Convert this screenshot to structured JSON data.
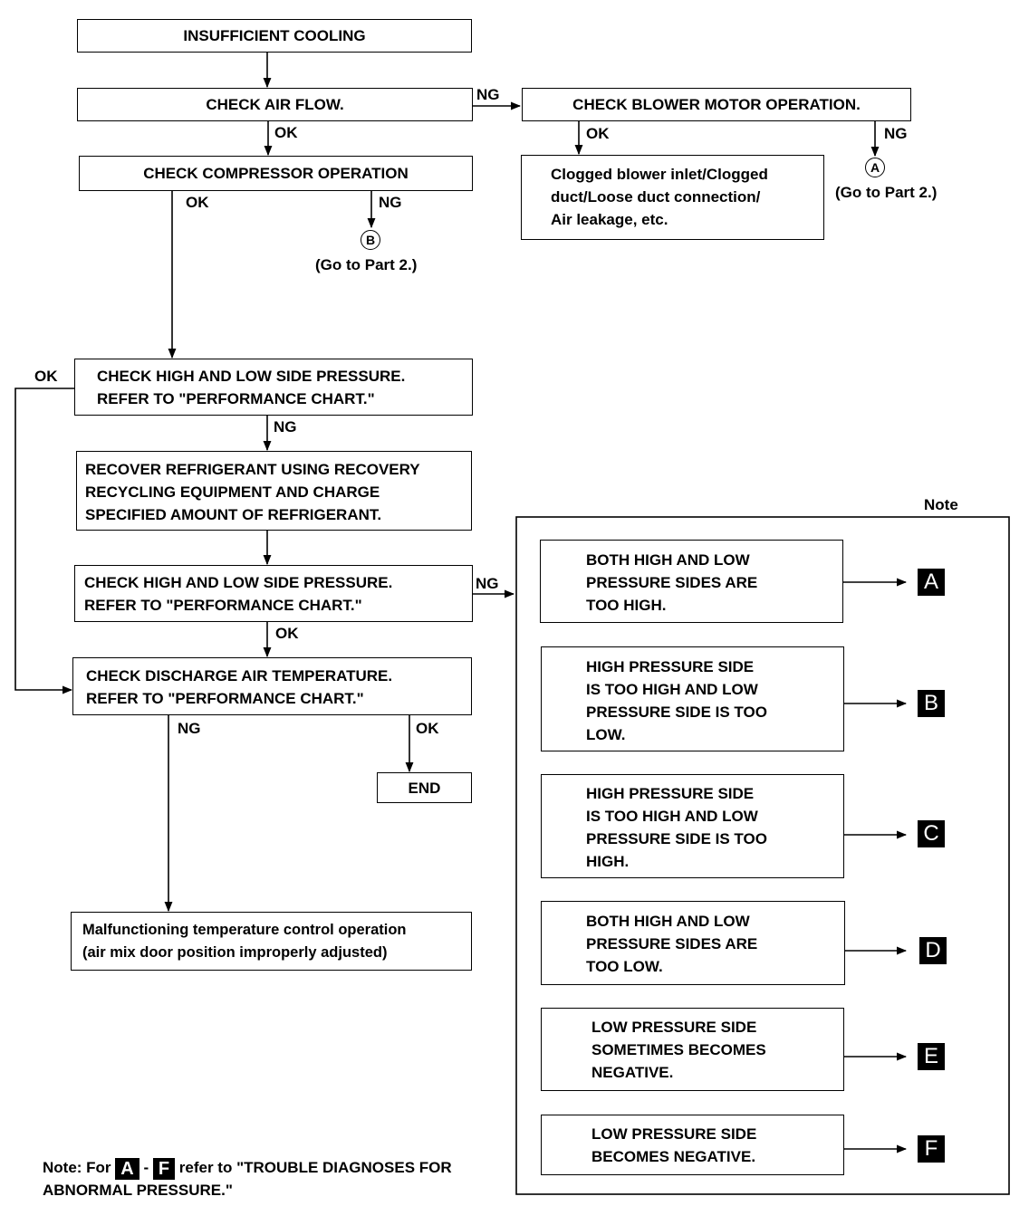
{
  "boxes": {
    "insufficient": "INSUFFICIENT COOLING",
    "check_air_flow": "CHECK AIR FLOW.",
    "check_blower": "CHECK BLOWER MOTOR OPERATION.",
    "check_compressor": "CHECK COMPRESSOR OPERATION",
    "clogged": [
      "Clogged blower inlet/Clogged",
      "duct/Loose duct connection/",
      "Air leakage, etc."
    ],
    "check_pressure_1": [
      "CHECK HIGH AND LOW SIDE PRESSURE.",
      "REFER TO \"PERFORMANCE CHART.\""
    ],
    "recover": [
      "RECOVER REFRIGERANT USING RECOVERY",
      "RECYCLING EQUIPMENT AND CHARGE",
      "SPECIFIED AMOUNT OF REFRIGERANT."
    ],
    "check_pressure_2": [
      "CHECK HIGH AND LOW SIDE PRESSURE.",
      "REFER TO \"PERFORMANCE CHART.\""
    ],
    "check_discharge": [
      "CHECK DISCHARGE AIR TEMPERATURE.",
      "REFER TO \"PERFORMANCE CHART.\""
    ],
    "end": "END",
    "malfunction": [
      "Malfunctioning temperature control operation",
      "(air mix door position improperly adjusted)"
    ]
  },
  "labels": {
    "ok": "OK",
    "ng": "NG",
    "goto_a": "(Go to  Part 2.)",
    "goto_b": "(Go to  Part 2.)",
    "connector_a": "A",
    "connector_b": "B"
  },
  "note": {
    "title": "Note",
    "items": [
      {
        "lines": [
          "BOTH HIGH AND LOW",
          "PRESSURE SIDES ARE",
          "TOO HIGH."
        ],
        "tag": "A"
      },
      {
        "lines": [
          "HIGH PRESSURE SIDE",
          "IS TOO HIGH AND LOW",
          "PRESSURE SIDE IS TOO",
          "LOW."
        ],
        "tag": "B"
      },
      {
        "lines": [
          "HIGH PRESSURE SIDE",
          "IS TOO HIGH AND LOW",
          "PRESSURE SIDE IS TOO",
          "HIGH."
        ],
        "tag": "C"
      },
      {
        "lines": [
          "BOTH HIGH AND LOW",
          "PRESSURE SIDES ARE",
          "TOO LOW."
        ],
        "tag": "D"
      },
      {
        "lines": [
          "LOW PRESSURE SIDE",
          "SOMETIMES BECOMES",
          "NEGATIVE."
        ],
        "tag": "E"
      },
      {
        "lines": [
          "LOW PRESSURE SIDE",
          "BECOMES NEGATIVE."
        ],
        "tag": "F"
      }
    ]
  },
  "footer": {
    "prefix": "Note: For ",
    "tag_from": "A",
    "dash": " - ",
    "tag_to": "F",
    "suffix": " refer to \"TROUBLE DIAGNOSES FOR",
    "line2": "ABNORMAL PRESSURE.\""
  }
}
